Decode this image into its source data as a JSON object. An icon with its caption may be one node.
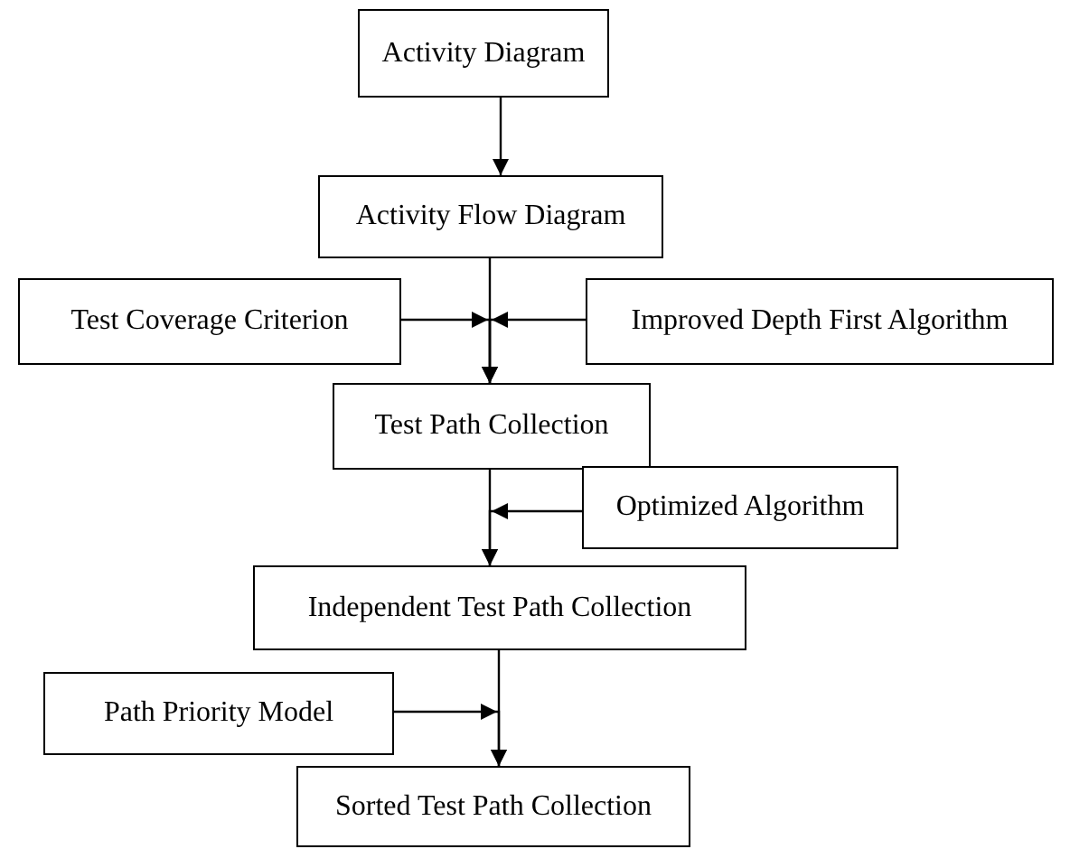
{
  "diagram": {
    "nodes": [
      {
        "text": [
          "Activity Diagram"
        ]
      },
      {
        "text": [
          "Activity Flow Diagram"
        ]
      },
      {
        "text": [
          "Test Coverage Criterion"
        ]
      },
      {
        "text": [
          "Improved Depth First Algorithm"
        ]
      },
      {
        "text": [
          "Test Path Collection"
        ]
      },
      {
        "text": [
          "Optimized Algorithm"
        ]
      },
      {
        "text": [
          "Independent Test Path Collection"
        ]
      },
      {
        "text": [
          "Path Priority Model"
        ]
      },
      {
        "text": [
          "Sorted Test Path Collection"
        ]
      }
    ],
    "edges": [
      {
        "from": 0,
        "to": 1,
        "arrow": "to"
      },
      {
        "from": 1,
        "to": 4,
        "arrow": "to"
      },
      {
        "from": 2,
        "to": 4,
        "arrow": "to"
      },
      {
        "from": 3,
        "to": 4,
        "arrow": "to"
      },
      {
        "from": 4,
        "to": 6,
        "arrow": "to"
      },
      {
        "from": 5,
        "to": 6,
        "arrow": "to"
      },
      {
        "from": 6,
        "to": 8,
        "arrow": "to"
      },
      {
        "from": 7,
        "to": 8,
        "arrow": "to"
      }
    ]
  }
}
